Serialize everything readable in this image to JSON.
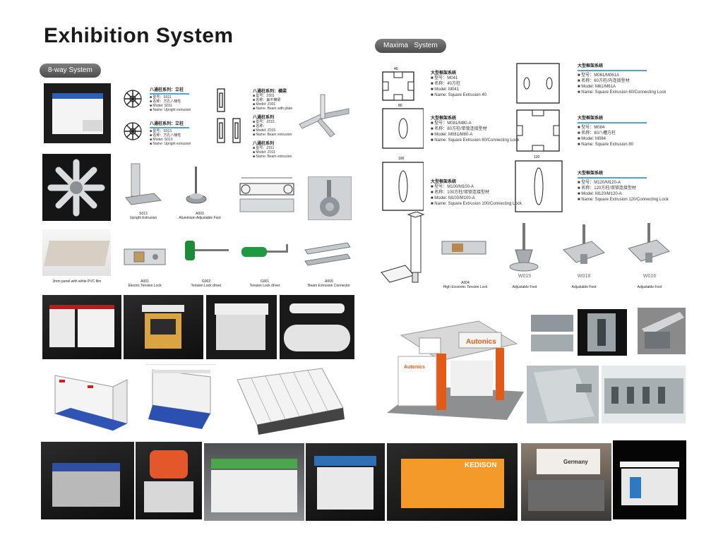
{
  "header": {
    "title": "Exhibition System"
  },
  "sections": {
    "eight_way": "8-way System",
    "maxima": "Maxima   System"
  },
  "eight_way_specs": {
    "a_head": "八通柱系列：立柱",
    "a_lines": [
      "■ 型号：S011",
      "■ 名称：方孔八棱柱",
      "■ Model: S011",
      "■ Name: Upright extrusion"
    ],
    "b_head": "八通柱系列：立柱",
    "b_lines": [
      "■ 型号：S013",
      "■ 名称：方孔八棱柱",
      "■ Model: S013",
      "■ Name: Upright extrusion"
    ],
    "c_head": "八通柱系列：横梁",
    "c_lines": [
      "■ 型号：Z001",
      "■ 名称：扁平横梁",
      "■ Model: Z001",
      "■ Name: Beam with plate"
    ],
    "d_head": "八通柱系列",
    "d_lines": [
      "■ 型号：Z015",
      "■ 名称：",
      "■ Model: Z015",
      "■ Name: Beam extrusion"
    ],
    "e_head": "八通柱系列",
    "e_lines": [
      "■ 型号：Z011",
      "■ Model: Z011",
      "■ Name: Beam extrusion"
    ]
  },
  "maxima_specs": [
    {
      "head": "大型框架系统",
      "lines": [
        "■ 型号：M041",
        "■ 名称：40方柱",
        "■ Model: M041",
        "■ Name: Square Extrusion 40"
      ]
    },
    {
      "head": "大型框架系统",
      "lines": [
        "■ 型号：M061/M061A",
        "■ 名称：60方柱/内连接型材",
        "■ Model: M61/M61A",
        "■ Name: Square Extrusion 60/Connecting Lock"
      ]
    },
    {
      "head": "大型框架系统",
      "lines": [
        "■ 型号：M081/M80-A",
        "■ 名称：80方柱/单锁连接型材",
        "■ Model: M081/M80-A",
        "■ Name: Square Extrusion 80/Connecting Lock"
      ]
    },
    {
      "head": "大型框架系统",
      "lines": [
        "■ 型号：M084",
        "■ 名称：80八槽方柱",
        "■ Model: M084",
        "■ Name: Square Extrusion 80"
      ]
    },
    {
      "head": "大型框架系统",
      "lines": [
        "■ 型号：M100/M100-A",
        "■ 名称：100方柱/双锁连接型材",
        "■ Model: M100/M100-A",
        "■ Name: Square Extrusion 100/Connecting Lock"
      ]
    },
    {
      "head": "大型框架系统",
      "lines": [
        "■ 型号：M120/M120-A",
        "■ 名称：120方柱/双锁连接型材",
        "■ Model: M120/M120-A",
        "■ Name: Square Extrusion 120/Connecting Lock"
      ]
    }
  ],
  "captions": {
    "upright": "S013\nUpright Extrusion",
    "foot": "A003\nAluminium Adjustable Foot",
    "panel": "3mm panel with white PVC film",
    "lock": "A001\nElectric Tension Lock",
    "key1": "G002\nTension Lock driver",
    "key2": "G001\nTension Lock driver",
    "beam_conn": "A009\nBeam Extrusion Connector",
    "eccentric": "A004\nHigh Eccentric Tension Lock",
    "foot1": "Adjustable Foot",
    "foot2": "Adjustable Foot",
    "foot3": "Adjustable Foot"
  },
  "foot_models": [
    "W015",
    "W018",
    "W016"
  ],
  "profile_dims": [
    "40",
    "80",
    "100",
    "120"
  ],
  "stand_signs": {
    "autonics_top": "Autonics",
    "autonics_side": "Autonics",
    "germany": "Germany",
    "kedison": "KEDISON"
  }
}
